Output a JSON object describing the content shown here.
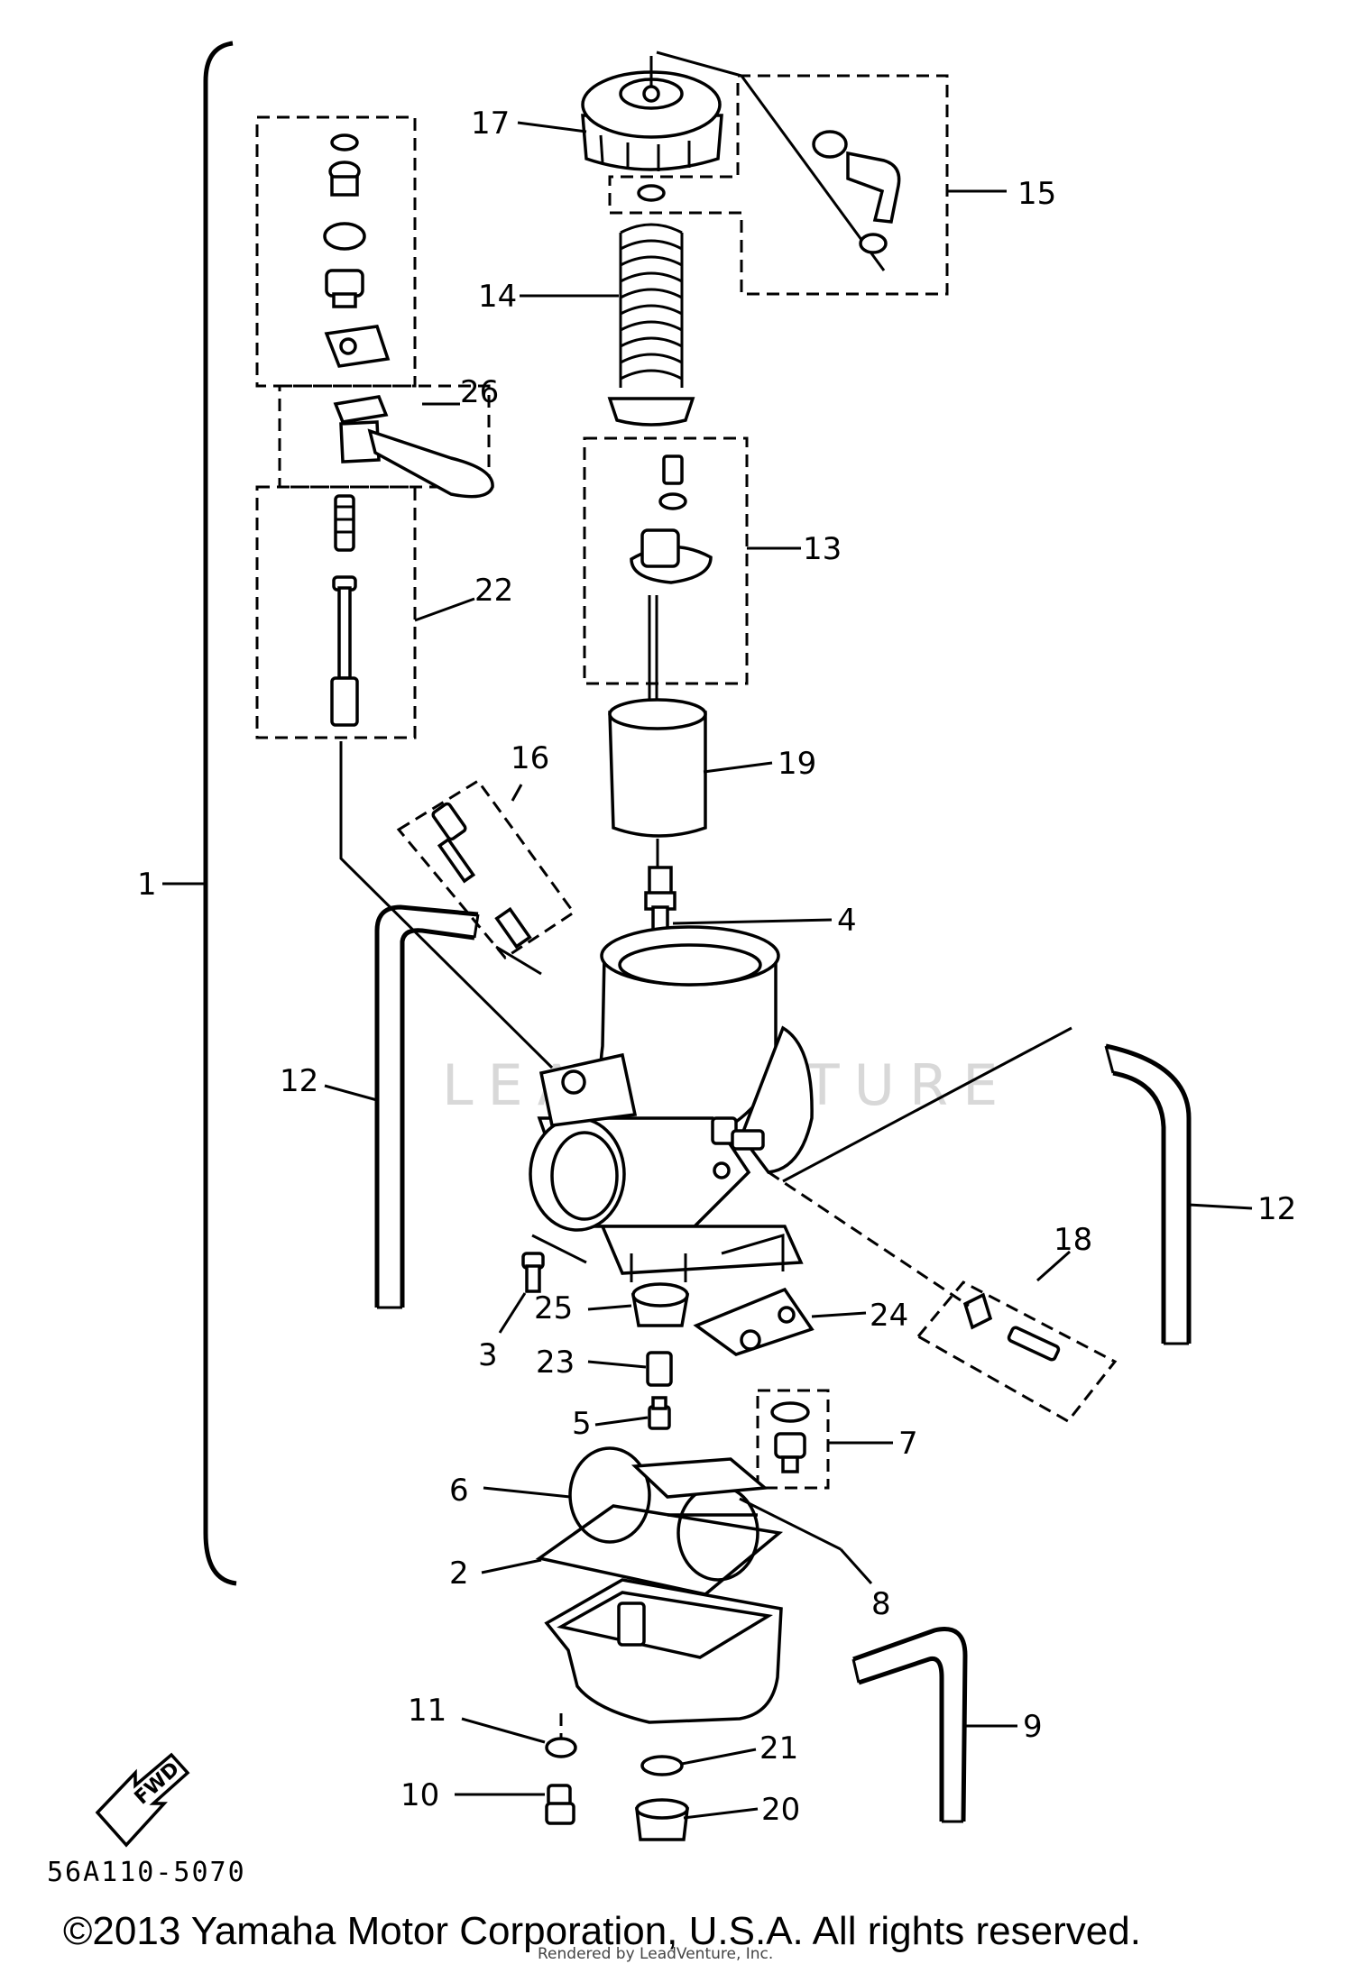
{
  "callouts": {
    "c1": "1",
    "c2": "2",
    "c3": "3",
    "c4": "4",
    "c5": "5",
    "c6": "6",
    "c7": "7",
    "c8": "8",
    "c9": "9",
    "c10": "10",
    "c11": "11",
    "c12a": "12",
    "c12b": "12",
    "c13": "13",
    "c14": "14",
    "c15": "15",
    "c16": "16",
    "c17": "17",
    "c18": "18",
    "c19": "19",
    "c20": "20",
    "c21": "21",
    "c22": "22",
    "c23": "23",
    "c24": "24",
    "c25": "25",
    "c26": "26"
  },
  "fwd_label": "FWD",
  "part_code": "56A110-5070",
  "watermark": "LEADVENTURE",
  "copyright": "©2013 Yamaha Motor Corporation, U.S.A. All rights reserved.",
  "rendered_by": "Rendered by LeadVenture, Inc."
}
